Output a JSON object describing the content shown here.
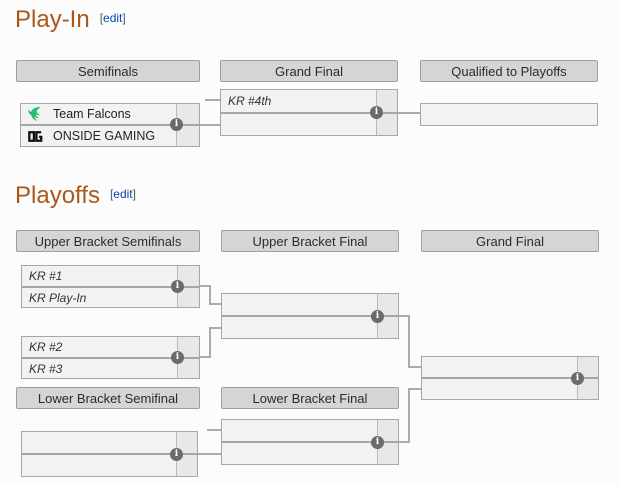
{
  "colors": {
    "heading_accent": "#a8581c",
    "edit_link_blue": "#0645ad",
    "connector_gray": "#ababab",
    "header_bg": "#d5d5d5",
    "match_bg": "#f2f2f2",
    "score_bg": "#e8e8e8",
    "info_icon_bg": "#6b6b6b",
    "falcon_green": "#26bd72",
    "og_black": "#111111"
  },
  "icons": {
    "info": "i",
    "og_monogram": "OG"
  },
  "playin": {
    "heading": "Play-In",
    "edit": {
      "open": "[",
      "label": "edit",
      "close": "]"
    },
    "headers": {
      "round1": "Semifinals",
      "round2": "Grand Final",
      "round3": "Qualified to Playoffs"
    },
    "semifinal": {
      "team1": "Team Falcons",
      "team2": "ONSIDE GAMING"
    },
    "grand_final": {
      "slot1": "KR #4th",
      "slot2": ""
    },
    "qualified_slot": ""
  },
  "playoffs": {
    "heading": "Playoffs",
    "edit": {
      "open": "[",
      "label": "edit",
      "close": "]"
    },
    "headers": {
      "upper_semifinals": "Upper Bracket Semifinals",
      "upper_final": "Upper Bracket Final",
      "grand_final": "Grand Final",
      "lower_semifinal": "Lower Bracket Semifinal",
      "lower_final": "Lower Bracket Final"
    },
    "upper_semifinal_1": {
      "slot1": "KR #1",
      "slot2": "KR Play-In"
    },
    "upper_semifinal_2": {
      "slot1": "KR #2",
      "slot2": "KR #3"
    },
    "upper_final": {
      "slot1": "",
      "slot2": ""
    },
    "grand_final": {
      "slot1": "",
      "slot2": ""
    },
    "lower_semifinal": {
      "slot1": "",
      "slot2": ""
    },
    "lower_final": {
      "slot1": "",
      "slot2": ""
    }
  }
}
